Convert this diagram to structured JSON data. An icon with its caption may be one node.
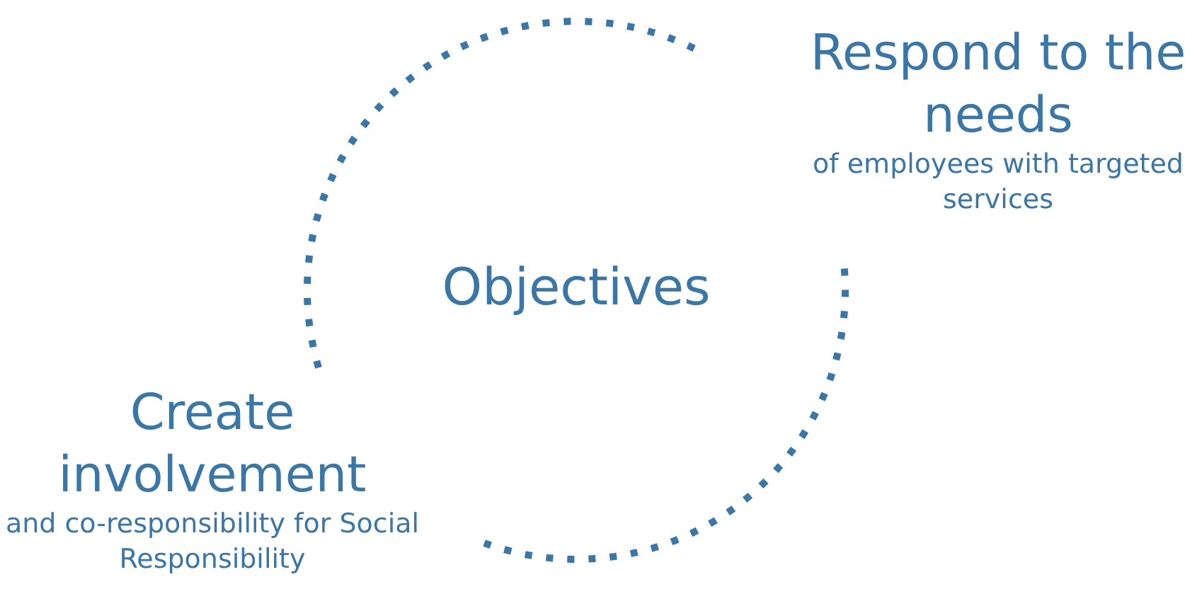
{
  "diagram": {
    "nodes": [
      {
        "text": [
          "Objectives"
        ]
      },
      {
        "text": [
          "Respond to the needs",
          "of employees with targeted services"
        ]
      },
      {
        "text": [
          "Create involvement",
          "and co-responsibility for Social Responsibility"
        ]
      }
    ],
    "edges": []
  }
}
